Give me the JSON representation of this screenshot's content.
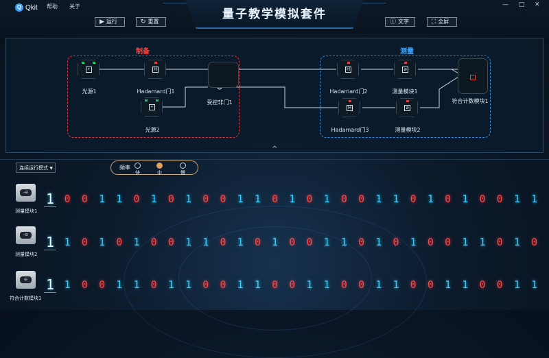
{
  "app": {
    "logo_text": "Qkit",
    "logo_mark": "Q",
    "title": "量子教学模拟套件"
  },
  "menu": [
    "帮助",
    "关于"
  ],
  "window_controls": [
    "—",
    "□",
    "✕"
  ],
  "toolbar": {
    "run": {
      "label": "运行",
      "icon": "play-icon"
    },
    "reset": {
      "label": "重置",
      "icon": "refresh-icon"
    },
    "text": {
      "label": "文字",
      "icon": "info-icon"
    },
    "fullscreen": {
      "label": "全屏",
      "icon": "fullscreen-icon"
    }
  },
  "circuit": {
    "prep_group": "制备",
    "measure_group": "测量",
    "nodes": {
      "source1": "光源1",
      "hadamard1": "Hadamard门1",
      "source2": "光源2",
      "cnot": "受控非门1",
      "hadamard2": "Hadamard门2",
      "hadamard3": "Hadamard门3",
      "measure1": "测量模块1",
      "measure2": "测量模块2",
      "coincidence": "符合计数模块1"
    },
    "collapse_icon": "^"
  },
  "controls": {
    "mode_select": "连续运行模式",
    "frequency": {
      "label": "频率",
      "options": [
        "快",
        "中",
        "慢"
      ],
      "selected": "中"
    }
  },
  "rows": [
    {
      "label": "测量模块1",
      "bits": [
        1,
        0,
        0,
        1,
        1,
        0,
        1,
        0,
        1,
        0,
        0,
        1,
        1,
        0,
        1,
        0,
        1,
        0,
        0,
        1,
        1,
        0,
        1,
        0,
        1,
        0,
        0,
        1,
        1
      ]
    },
    {
      "label": "测量模块2",
      "bits": [
        1,
        1,
        0,
        1,
        0,
        1,
        0,
        0,
        1,
        1,
        0,
        1,
        0,
        1,
        0,
        0,
        1,
        1,
        0,
        1,
        0,
        1,
        0,
        0,
        1,
        1,
        0,
        1,
        0
      ]
    },
    {
      "label": "符合计数模块1",
      "bits": [
        1,
        1,
        0,
        0,
        1,
        1,
        0,
        1,
        1,
        0,
        0,
        1,
        1,
        0,
        0,
        1,
        1,
        0,
        0,
        1,
        1,
        0,
        0,
        1,
        1,
        0,
        0,
        1,
        1
      ]
    }
  ],
  "colors": {
    "bit_one": "#35d0ff",
    "bit_zero": "#ff4545",
    "prep_border": "#e03a3a",
    "measure_border": "#2f8fe0"
  }
}
